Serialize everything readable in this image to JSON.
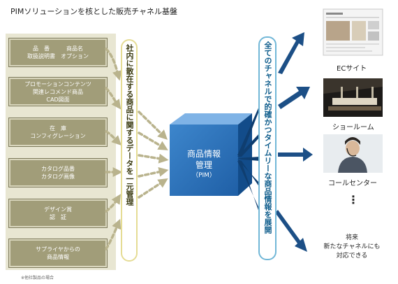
{
  "title": "PIMソリューションを核とした販売チャネル基盤",
  "sources": [
    "品　番　　　商品名\n取扱説明書　オプション",
    "プロモーションコンテンツ\n関連レコメンド商品\nCAD図面",
    "在　庫\nコンフィグレーション",
    "カタログ品番\nカタログ画像",
    "デザイン賞\n認　証",
    "サプライヤからの\n商品情報"
  ],
  "footnote": "※他社製品の場合",
  "left_banner": "社内に散在する商品に関するデータを一元管理",
  "right_banner": "全てのチャネルで的確かつタイムリーな商品情報を展開",
  "pim": {
    "line1": "商品情報",
    "line2": "管理",
    "line3": "（PIM）"
  },
  "channels": [
    "ECサイト",
    "ショールーム",
    "コールセンター"
  ],
  "ellipsis": "⋮",
  "future": "将来\n新たなチャネルにも\n対応できる"
}
